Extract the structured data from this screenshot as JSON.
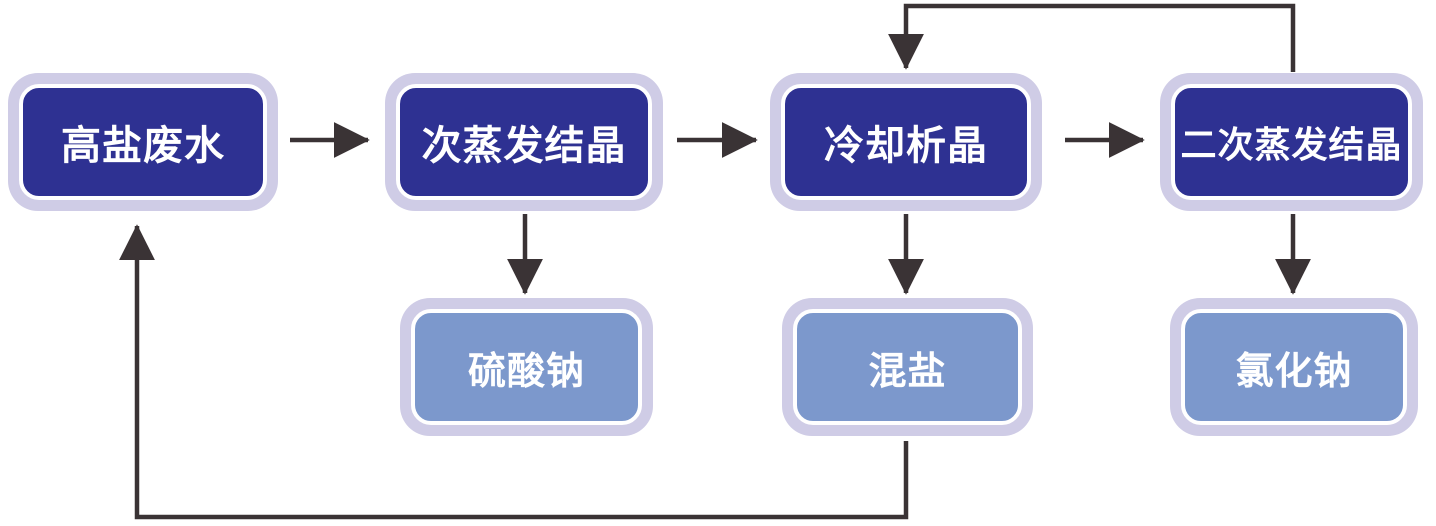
{
  "flowchart": {
    "description": "High-salinity wastewater salt-separation process flow diagram",
    "process_nodes": [
      {
        "id": "n1",
        "label": "高盐废水"
      },
      {
        "id": "n2",
        "label": "次蒸发结晶"
      },
      {
        "id": "n3",
        "label": "冷却析晶"
      },
      {
        "id": "n4",
        "label": "二次蒸发结晶"
      }
    ],
    "product_nodes": [
      {
        "id": "p1",
        "label": "硫酸钠"
      },
      {
        "id": "p2",
        "label": "混盐"
      },
      {
        "id": "p3",
        "label": "氯化钠"
      }
    ],
    "edges": [
      {
        "from": "高盐废水",
        "to": "次蒸发结晶",
        "type": "forward"
      },
      {
        "from": "次蒸发结晶",
        "to": "冷却析晶",
        "type": "forward"
      },
      {
        "from": "冷却析晶",
        "to": "二次蒸发结晶",
        "type": "forward"
      },
      {
        "from": "次蒸发结晶",
        "to": "硫酸钠",
        "type": "output"
      },
      {
        "from": "冷却析晶",
        "to": "混盐",
        "type": "output"
      },
      {
        "from": "二次蒸发结晶",
        "to": "氯化钠",
        "type": "output"
      },
      {
        "from": "二次蒸发结晶",
        "to": "冷却析晶",
        "type": "recycle-top"
      },
      {
        "from": "混盐",
        "to": "高盐废水",
        "type": "recycle-bottom"
      }
    ],
    "colors": {
      "process_fill": "#2e3192",
      "product_fill": "#7c98cc",
      "node_halo": "#cfcce6",
      "node_inner_stroke": "#ffffff",
      "text": "#ffffff",
      "arrow": "#3a3335",
      "background": "#ffffff"
    }
  }
}
